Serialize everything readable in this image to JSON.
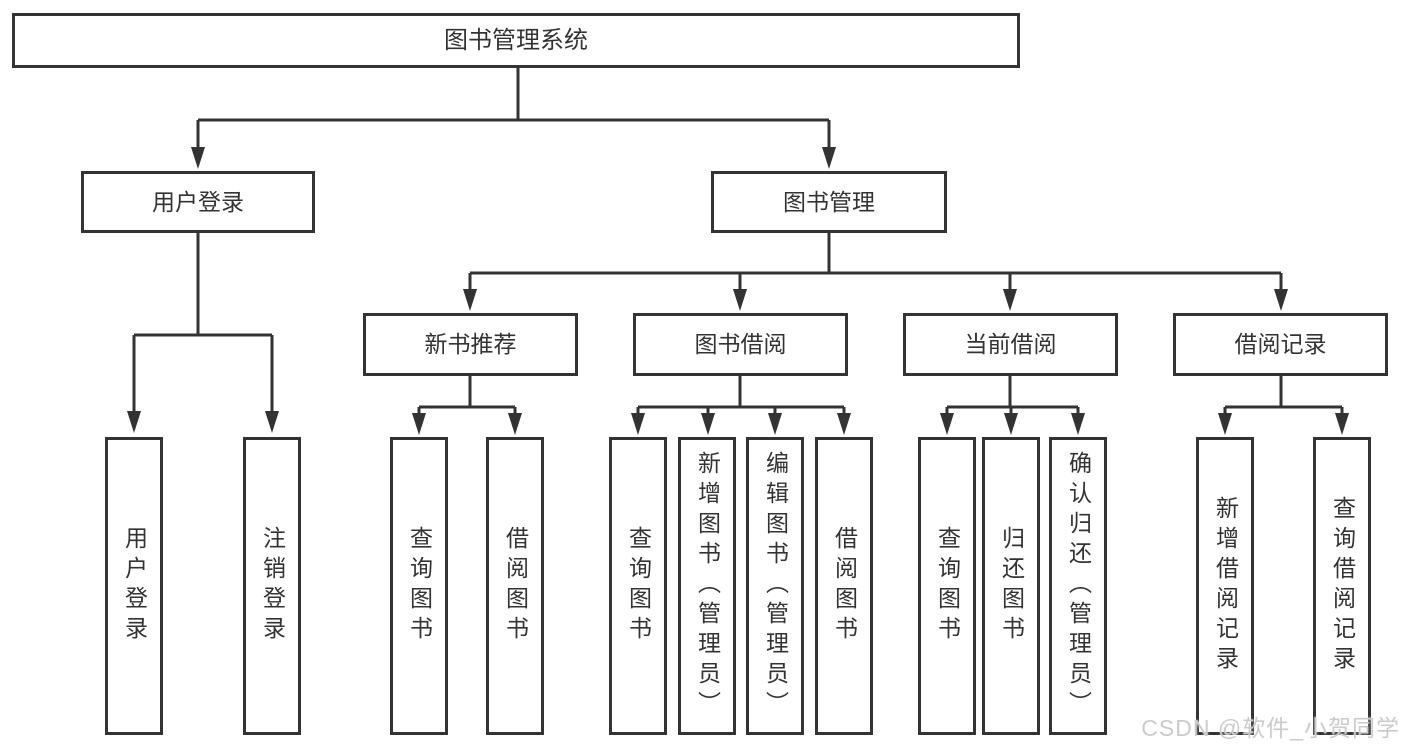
{
  "diagram": {
    "title": "图书管理系统",
    "branches": [
      {
        "label": "用户登录",
        "children": [
          {
            "label": "用户登录"
          },
          {
            "label": "注销登录"
          }
        ]
      },
      {
        "label": "图书管理",
        "children": [
          {
            "label": "新书推荐",
            "children": [
              {
                "label": "查询图书"
              },
              {
                "label": "借阅图书"
              }
            ]
          },
          {
            "label": "图书借阅",
            "children": [
              {
                "label": "查询图书"
              },
              {
                "label": "新增图书（管理员）"
              },
              {
                "label": "编辑图书（管理员）"
              },
              {
                "label": "借阅图书"
              }
            ]
          },
          {
            "label": "当前借阅",
            "children": [
              {
                "label": "查询图书"
              },
              {
                "label": "归还图书"
              },
              {
                "label": "确认归还（管理员）"
              }
            ]
          },
          {
            "label": "借阅记录",
            "children": [
              {
                "label": "新增借阅记录"
              },
              {
                "label": "查询借阅记录"
              }
            ]
          }
        ]
      }
    ]
  },
  "watermark": "CSDN @软件_小贺同学",
  "colors": {
    "line": "#333333",
    "box_border": "#333333",
    "box_fill": "#ffffff",
    "text": "#333333",
    "watermark": "#cbcbcb",
    "background": "#ffffff"
  }
}
